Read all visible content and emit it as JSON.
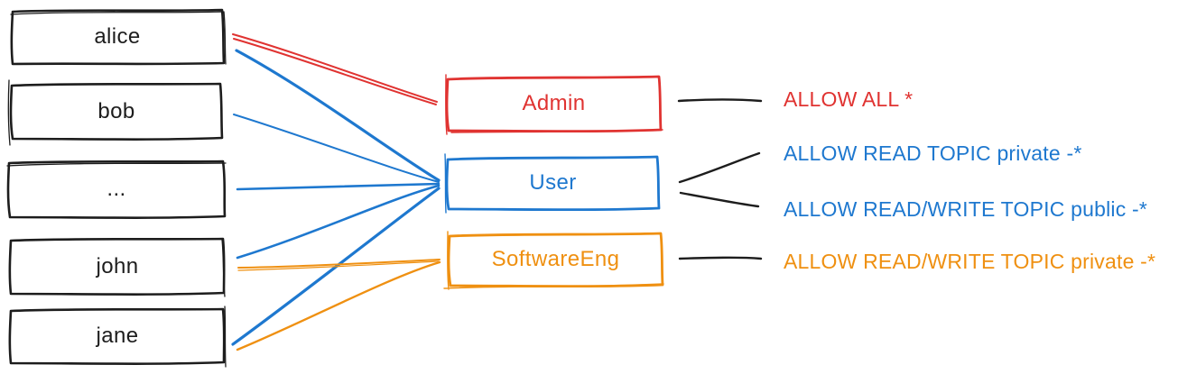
{
  "colors": {
    "ink": "#1d1d1d",
    "red": "#e03331",
    "blue": "#1e78cf",
    "orange": "#ef9011"
  },
  "users": [
    {
      "label": "alice"
    },
    {
      "label": "bob"
    },
    {
      "label": "..."
    },
    {
      "label": "john"
    },
    {
      "label": "jane"
    }
  ],
  "roles": [
    {
      "label": "Admin",
      "color": "red"
    },
    {
      "label": "User",
      "color": "blue"
    },
    {
      "label": "SoftwareEng",
      "color": "orange"
    }
  ],
  "permissions": [
    {
      "label": "ALLOW ALL *",
      "color": "red"
    },
    {
      "label": "ALLOW READ TOPIC private -*",
      "color": "blue"
    },
    {
      "label": "ALLOW READ/WRITE TOPIC public -*",
      "color": "blue"
    },
    {
      "label": "ALLOW READ/WRITE TOPIC private -*",
      "color": "orange"
    }
  ],
  "assignments": {
    "alice": [
      "Admin",
      "User"
    ],
    "bob": [
      "User"
    ],
    "...": [
      "User"
    ],
    "john": [
      "User",
      "SoftwareEng"
    ],
    "jane": [
      "User",
      "SoftwareEng"
    ]
  },
  "role_permissions": {
    "Admin": [
      "ALLOW ALL *"
    ],
    "User": [
      "ALLOW READ TOPIC private -*",
      "ALLOW READ/WRITE TOPIC public -*"
    ],
    "SoftwareEng": [
      "ALLOW READ/WRITE TOPIC private -*"
    ]
  }
}
